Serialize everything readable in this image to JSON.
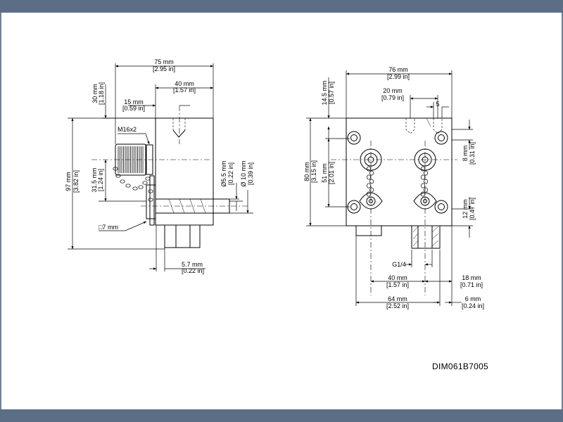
{
  "colors": {
    "frame_bar": "#5b6e85",
    "frame_edge": "#6f8196",
    "ink": "#000000",
    "paper": "#ffffff"
  },
  "drawing_code": "DIM061B7005",
  "side_view": {
    "width_total": {
      "mm": "75 mm",
      "in": "[2.95 in]"
    },
    "width_right": {
      "mm": "40 mm",
      "in": "[1.57 in]"
    },
    "offset_15": {
      "mm": "15 mm",
      "in": "[0.59 in]"
    },
    "height_30": {
      "mm": "30 mm",
      "in": "[1.18 in]"
    },
    "height_97": {
      "mm": "97 mm",
      "in": "[3.82 in]"
    },
    "height_31_5": {
      "mm": "31.5 mm",
      "in": "[1.24 in]"
    },
    "thread": "M16x2",
    "dia_5_5": {
      "mm": "Ø5.5 mm",
      "in": "[0.22 in]"
    },
    "dia_10": {
      "mm": "Ø 10 mm",
      "in": "[0.39 in]"
    },
    "square_7": "□7 mm",
    "depth_5_7": {
      "mm": "5.7 mm",
      "in": "[0.22 in]"
    }
  },
  "front_view": {
    "width_76": {
      "mm": "76 mm",
      "in": "[2.99 in]"
    },
    "width_20": {
      "mm": "20 mm",
      "in": "[0.79 in]"
    },
    "width_5": "5",
    "height_14_5": {
      "mm": "14.5 mm",
      "in": "[0.57 in]"
    },
    "height_80": {
      "mm": "80 mm",
      "in": "[3.15 in]"
    },
    "height_51": {
      "mm": "51 mm",
      "in": "[2.01 in]"
    },
    "height_8": {
      "mm": "8 mm",
      "in": "[0.31 in]"
    },
    "height_12": {
      "mm": "12 mm",
      "in": "[0.47 in]"
    },
    "port": "G1/4",
    "width_40": {
      "mm": "40 mm",
      "in": "[1.57 in]"
    },
    "width_18": {
      "mm": "18 mm",
      "in": "[0.71 in]"
    },
    "width_64": {
      "mm": "64 mm",
      "in": "[2.52 in]"
    },
    "width_6": {
      "mm": "6 mm",
      "in": "[0.24 in]"
    }
  }
}
